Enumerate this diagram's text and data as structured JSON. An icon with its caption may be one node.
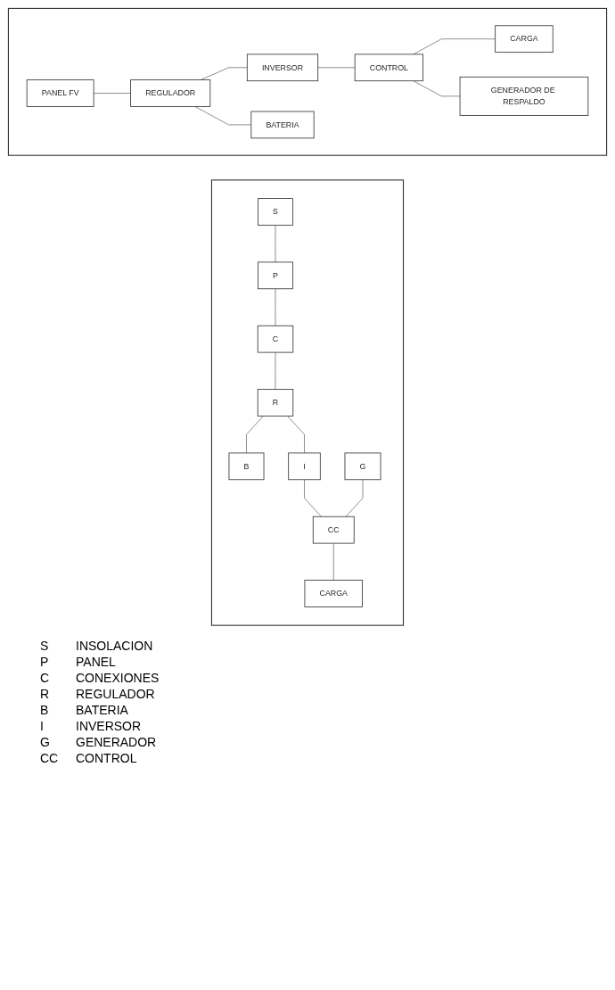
{
  "diagram": {
    "nodes": [
      {
        "text": [],
        "shape": "box"
      },
      {
        "text": [
          "PANEL FV"
        ],
        "in": 0
      },
      {
        "text": [
          "REGULADOR"
        ],
        "in": 0
      },
      {
        "text": [
          "INVERSOR"
        ],
        "in": 0
      },
      {
        "text": [
          "CONTROL"
        ],
        "in": 0
      },
      {
        "text": [
          "CARGA"
        ],
        "in": 0
      },
      {
        "text": [
          "BATERIA"
        ],
        "in": 0
      },
      {
        "text": [
          "GENERADOR DE RESPALDO"
        ],
        "in": 0
      },
      {
        "text": [],
        "shape": "box"
      },
      {
        "text": [
          "S"
        ],
        "in": 8
      },
      {
        "text": [
          "P"
        ],
        "in": 8
      },
      {
        "text": [
          "C"
        ],
        "in": 8
      },
      {
        "text": [
          "R"
        ],
        "in": 8
      },
      {
        "text": [
          "B"
        ],
        "in": 8
      },
      {
        "text": [
          "I"
        ],
        "in": 8
      },
      {
        "text": [
          "CC"
        ],
        "in": 8
      },
      {
        "text": [
          "G"
        ],
        "in": 8
      },
      {
        "text": [
          "CARGA"
        ],
        "in": 8
      }
    ],
    "edges": [
      {
        "from": 1,
        "to": 2,
        "arrow": "none"
      },
      {
        "from": 2,
        "to": 3,
        "arrow": "none"
      },
      {
        "from": 3,
        "to": 4,
        "arrow": "none"
      },
      {
        "from": 4,
        "to": 5,
        "arrow": "none"
      },
      {
        "from": 2,
        "to": 6,
        "arrow": "none"
      },
      {
        "from": 4,
        "to": 7,
        "arrow": "none"
      },
      {
        "from": 9,
        "to": 10,
        "arrow": "none"
      },
      {
        "from": 10,
        "to": 11,
        "arrow": "none"
      },
      {
        "from": 11,
        "to": 12,
        "arrow": "none"
      },
      {
        "from": 12,
        "to": 13,
        "arrow": "none"
      },
      {
        "from": 12,
        "to": 14,
        "arrow": "none"
      },
      {
        "from": 14,
        "to": 15,
        "arrow": "none"
      },
      {
        "from": 16,
        "to": 15,
        "arrow": "none"
      },
      {
        "from": 15,
        "to": 17,
        "arrow": "none"
      }
    ],
    "labels": [
      "S",
      "INSOLACION",
      "P",
      "PANEL",
      "C",
      "CONEXIONES",
      "R",
      "REGULADOR",
      "B",
      "BATERIA",
      "I",
      "INVERSOR",
      "G",
      "GENERADOR",
      "CC",
      "CONTROL"
    ]
  }
}
